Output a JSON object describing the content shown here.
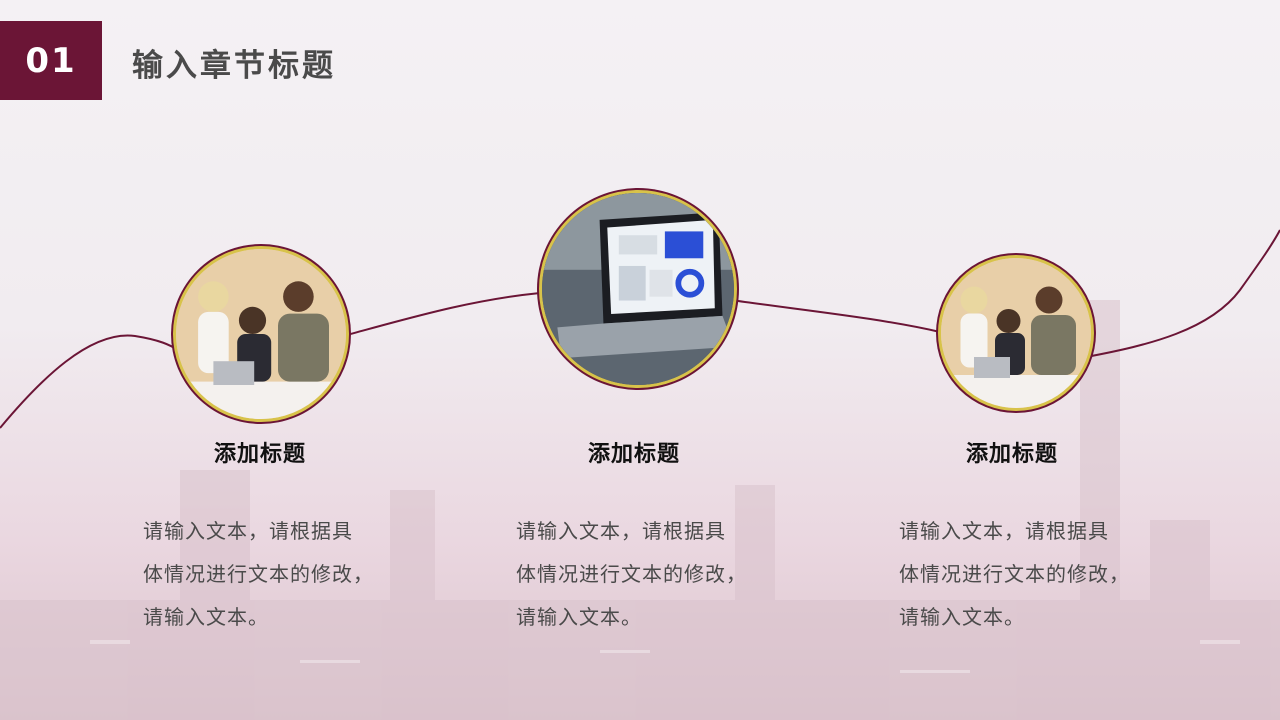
{
  "header": {
    "number": "01",
    "title": "输入章节标题"
  },
  "colors": {
    "accent": "#6b1536",
    "ring": "#d8c34a",
    "text": "#4a4a4a"
  },
  "items": [
    {
      "title": "添加标题",
      "lines": [
        "请输入文本，请根据具",
        "体情况进行文本的修改，",
        "请输入文本。"
      ],
      "image_icon": "team-meeting-photo"
    },
    {
      "title": "添加标题",
      "lines": [
        "请输入文本，请根据具",
        "体情况进行文本的修改，",
        "请输入文本。"
      ],
      "image_icon": "laptop-dashboard-photo"
    },
    {
      "title": "添加标题",
      "lines": [
        "请输入文本，请根据具",
        "体情况进行文本的修改，",
        "请输入文本。"
      ],
      "image_icon": "team-meeting-photo"
    }
  ]
}
